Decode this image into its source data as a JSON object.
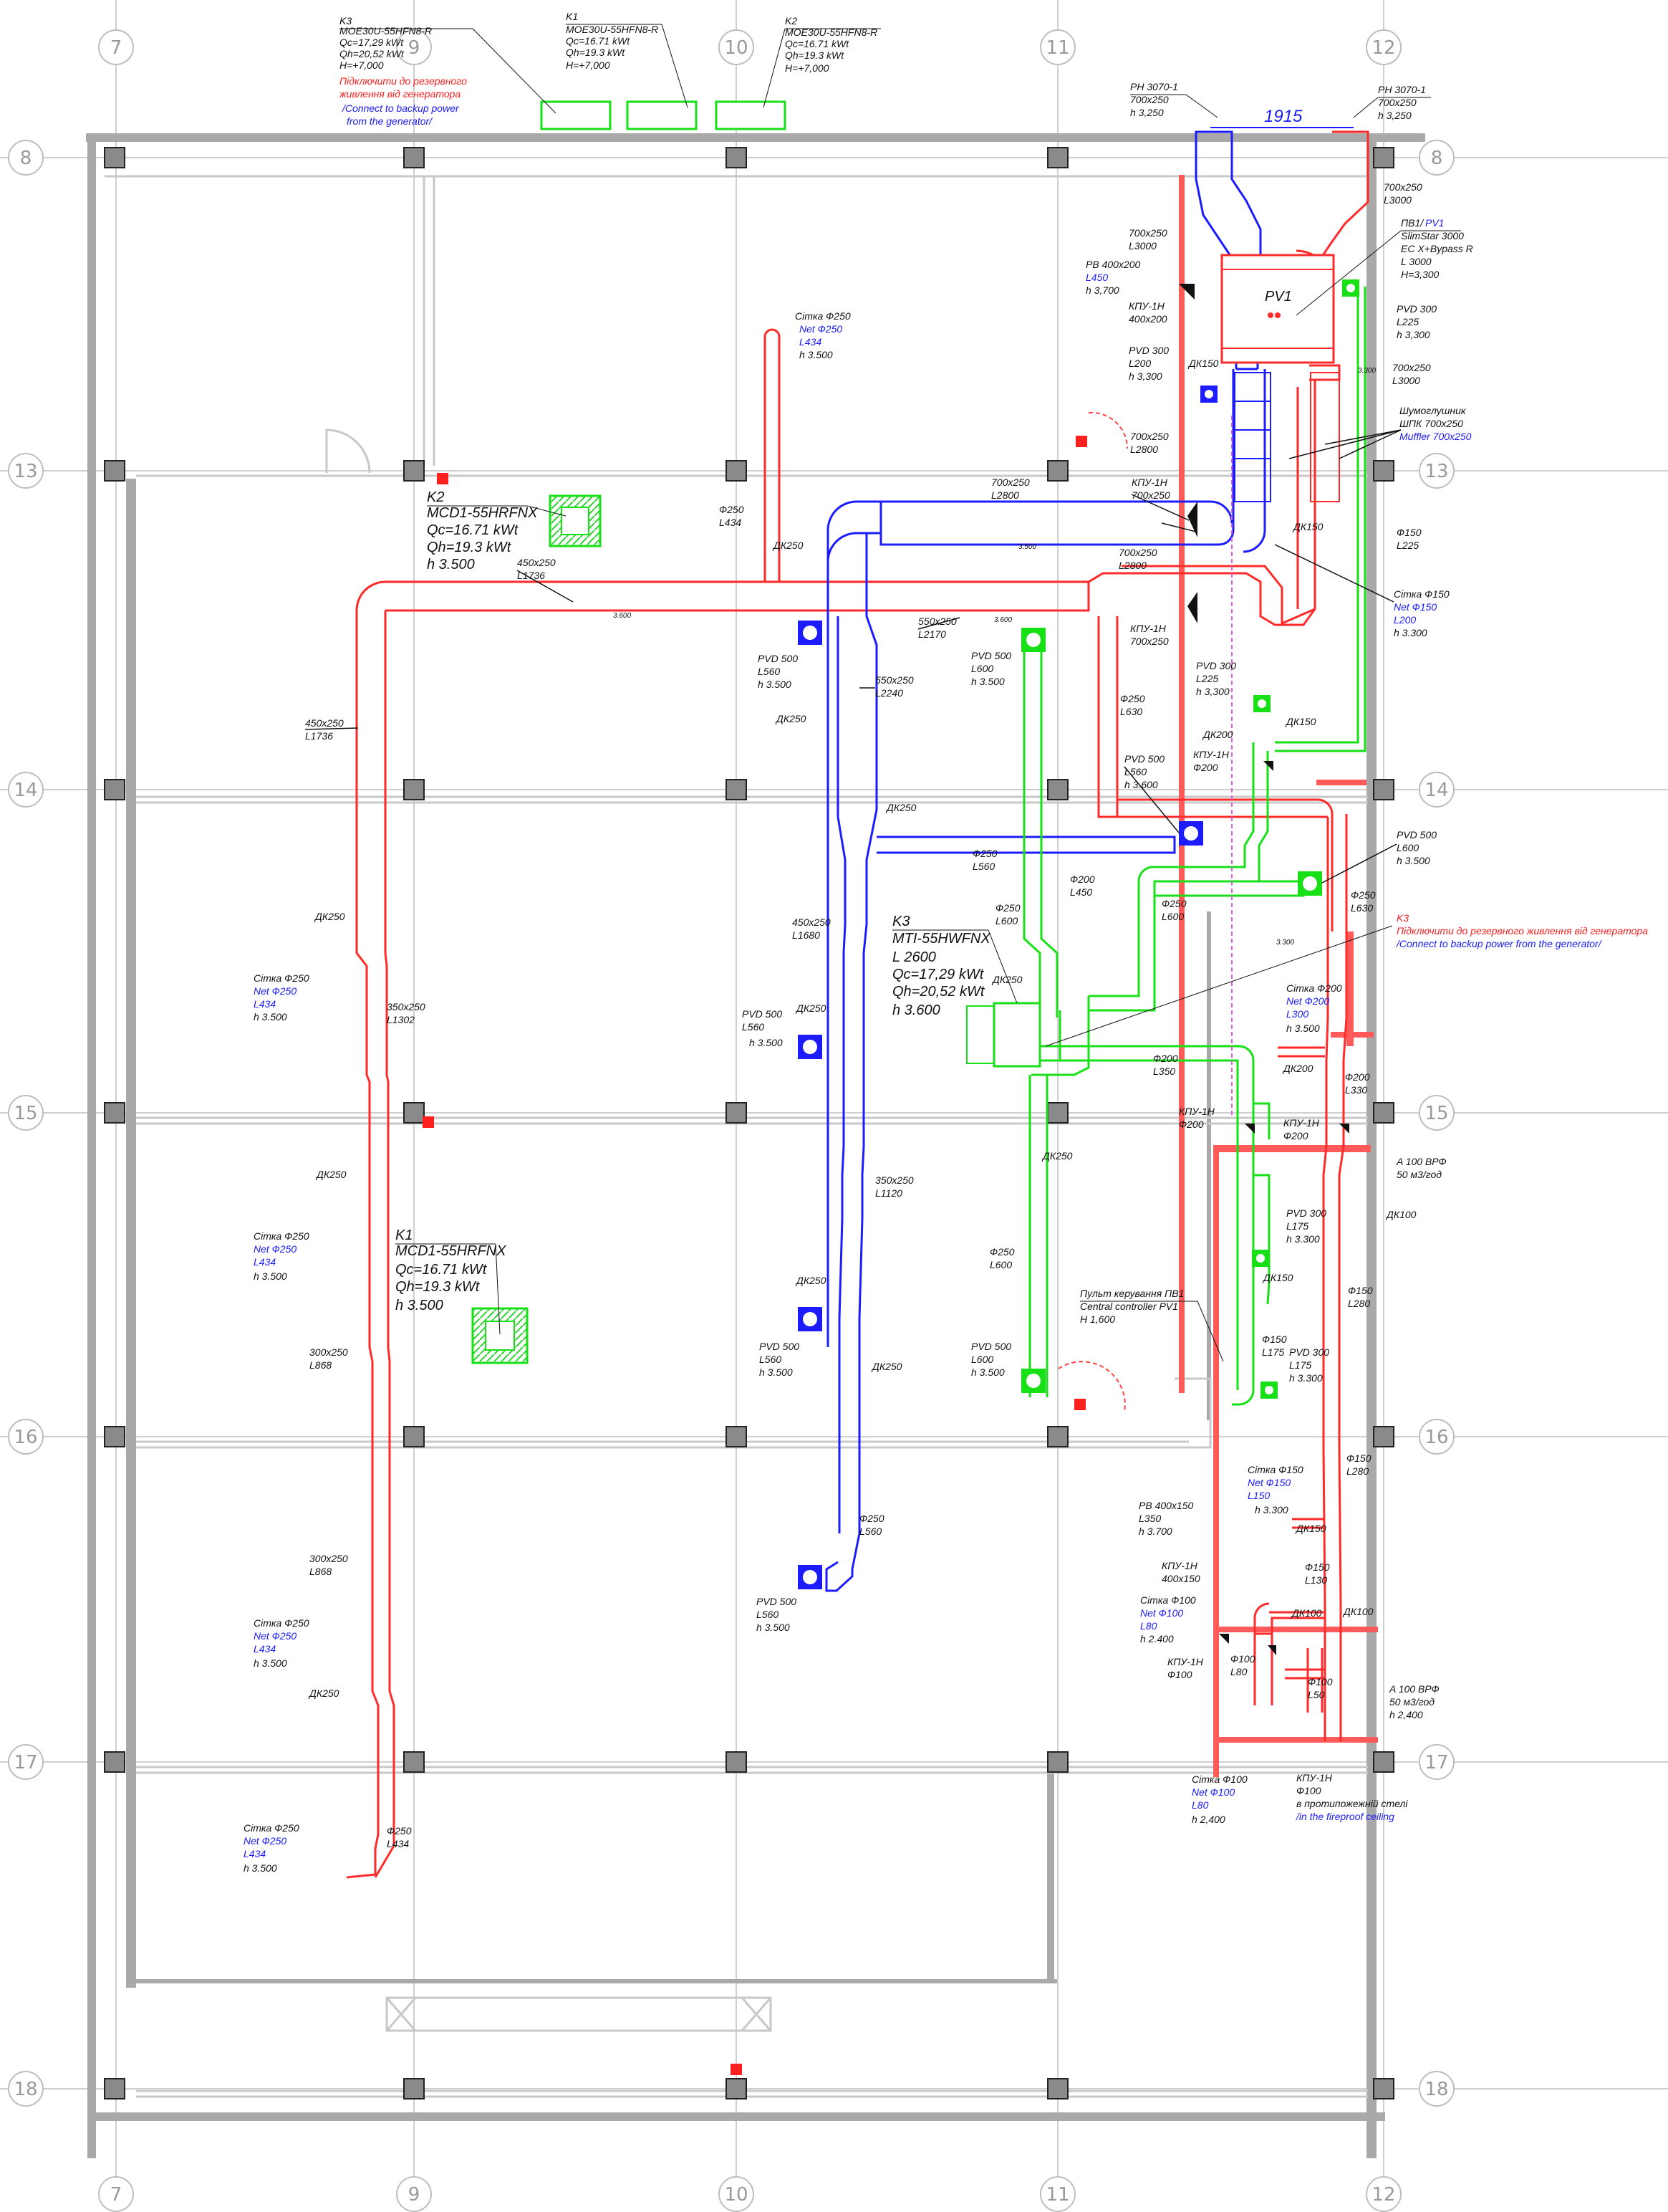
{
  "colors": {
    "supply": "#ff2a2a",
    "exhaust": "#1c1cff",
    "fresh": "#17e017",
    "text": "#111111",
    "grid": "#bfbfbf",
    "wall": "#a9a9a9",
    "note_red": "#ff2020",
    "note_blue": "#1a1aff"
  },
  "axes": {
    "cols": [
      "7",
      "9",
      "10",
      "11",
      "12"
    ],
    "rows": [
      "8",
      "13",
      "14",
      "15",
      "16",
      "17",
      "18"
    ]
  },
  "outdoor_units": [
    {
      "title": "K3",
      "model": "MOE30U-55HFN8-R",
      "qc": "Qc=17,29 kWt",
      "qh": "Qh=20,52 kWt",
      "h": "H=+7,000",
      "note": [
        "Підключити до резервного",
        "живлення від генератора"
      ],
      "note_en": [
        "/Connect to backup power",
        "from the generator/"
      ]
    },
    {
      "title": "K1",
      "model": "MOE30U-55HFN8-R",
      "qc": "Qc=16.71 kWt",
      "qh": "Qh=19.3 kWt",
      "h": "H=+7,000"
    },
    {
      "title": "K2",
      "model": "MOE30U-55HFN8-R",
      "qc": "Qc=16.71 kWt",
      "qh": "Qh=19.3 kWt",
      "h": "H=+7,000"
    }
  ],
  "indoor_units": [
    {
      "title": "K2",
      "model": "MCD1-55HRFNX",
      "qc": "Qc=16.71 kWt",
      "qh": "Qh=19.3 kWt",
      "h": "h 3.500"
    },
    {
      "title": "K1",
      "model": "MCD1-55HRFNX",
      "qc": "Qc=16.71 kWt",
      "qh": "Qh=19.3 kWt",
      "h": "h 3.500"
    },
    {
      "title": "K3",
      "model": "MTI-55HWFNX",
      "l": "L 2600",
      "qc": "Qc=17,29 kWt",
      "qh": "Qh=20,52 kWt",
      "h": "h 3.600"
    }
  ],
  "k3_note": {
    "title": "K3",
    "ua": "Підключити до резервного живлення від генератора",
    "en": "/Connect to backup power from the generator/"
  },
  "rh": [
    {
      "title": "PH 3070-1",
      "size": "700x250",
      "h": "h 3,250"
    },
    {
      "title": "PH 3070-1",
      "size": "700x250",
      "h": "h 3,250"
    }
  ],
  "dim_1915": "1915",
  "pv1": {
    "label": "PV1",
    "title": "ПВ1/",
    "title_en": "PV1",
    "model": "SlimStar 3000",
    "sub": "EC X+Bypass R",
    "l": "L 3000",
    "h": "H=3,300"
  },
  "muffler": {
    "ua": "Шумоглушник",
    "size": "ШПК 700x250",
    "en": "Muffler 700x250"
  },
  "controller": {
    "ua": "Пульт керування ПВ1",
    "en": "Central controller PV1",
    "h": "H 1,600"
  },
  "labels": {
    "d700_3000_a": [
      "700x250",
      "L3000"
    ],
    "d700_3000_b": [
      "700x250",
      "L3000"
    ],
    "d700_3000_c": [
      "700x250",
      "L3000"
    ],
    "rb400": [
      "PB 400x200",
      "L450",
      "h 3,700"
    ],
    "kpu400": [
      "КПУ-1Н",
      "400x200"
    ],
    "pvd300_a": [
      "PVD 300",
      "L225",
      "h 3,300"
    ],
    "pvd300_b": [
      "PVD 300",
      "L200",
      "h 3,300"
    ],
    "dk150_a": "ДК150",
    "d700_2800_a": [
      "700x250",
      "L2800"
    ],
    "d700_2800_b": [
      "700x250",
      "L2800"
    ],
    "d700_2800_c": [
      "700x250",
      "L2800"
    ],
    "kpu700_a": [
      "КПУ-1Н",
      "700x250"
    ],
    "kpu700_b": [
      "КПУ-1Н",
      "700x250"
    ],
    "dk150_b": "ДК150",
    "f150_225": [
      "Ф150",
      "L225"
    ],
    "sitka150_a": [
      "Сітка Ф150",
      "Net Ф150",
      "L200",
      "h 3.300"
    ],
    "sitka250_top": [
      "Сітка Ф250",
      "Net Ф250",
      "L434",
      "h 3.500"
    ],
    "f250_434_top": [
      "Ф250",
      "L434"
    ],
    "dk250_top": "ДК250",
    "d450_1736_top": [
      "450x250",
      "L1736"
    ],
    "d450_1736_left": [
      "450x250",
      "L1736"
    ],
    "d550_2170": [
      "550x250",
      "L2170"
    ],
    "pvd500_a": [
      "PVD 500",
      "L560",
      "h 3.500"
    ],
    "dk250_a": "ДК250",
    "d550_2240": [
      "550x250",
      "L2240"
    ],
    "pvd500_b": [
      "PVD 500",
      "L600",
      "h 3.500"
    ],
    "f250_630": [
      "Ф250",
      "L630"
    ],
    "pvd300_c": [
      "PVD 300",
      "L225",
      "h 3,300"
    ],
    "dk200_a": "ДК200",
    "dk150_c": "ДК150",
    "kpu200_a": [
      "КПУ-1Н",
      "Ф200"
    ],
    "pvd500_c": [
      "PVD 500",
      "L560",
      "h 3.600"
    ],
    "dk250_b": "ДК250",
    "f250_560_a": [
      "Ф250",
      "L560"
    ],
    "f200_450": [
      "Ф200",
      "L450"
    ],
    "f250_600_a": [
      "Ф250",
      "L600"
    ],
    "pvd500_d": [
      "PVD 500",
      "L600",
      "h 3.500"
    ],
    "f250_630b": [
      "Ф250",
      "L630"
    ],
    "f250_600_b": [
      "Ф250",
      "L600"
    ],
    "d450_1680": [
      "450x250",
      "L1680"
    ],
    "dk250_left_a": "ДК250",
    "sitka250_a": [
      "Сітка Ф250",
      "Net Ф250",
      "L434",
      "h 3.500"
    ],
    "d350_1302": [
      "350x250",
      "L1302"
    ],
    "pvd500_e": [
      "PVD 500",
      "L560",
      "h 3.500"
    ],
    "dk250_c": "ДК250",
    "dk250_d": "ДК250",
    "sitka200": [
      "Сітка Ф200",
      "Net Ф200",
      "L300",
      "h 3.500"
    ],
    "dk200_b": "ДК200",
    "f200_350": [
      "Ф200",
      "L350"
    ],
    "f200_330": [
      "Ф200",
      "L330"
    ],
    "kpu200_b": [
      "КПУ-1Н",
      "Ф200"
    ],
    "kpu200_c": [
      "КПУ-1Н",
      "Ф200"
    ],
    "d350_1120": [
      "350x250",
      "L1120"
    ],
    "dk250_e": "ДК250",
    "dk250_left_b": "ДК250",
    "sitka250_b": [
      "Сітка Ф250",
      "Net Ф250",
      "L434",
      "h 3.500"
    ],
    "a100_a": [
      "A 100 ВРФ",
      "50 м3/год"
    ],
    "dk100_a": "ДК100",
    "pvd300_d": [
      "PVD 300",
      "L175",
      "h 3.300"
    ],
    "dk150_d": "ДК150",
    "f150_280": [
      "Ф150",
      "L280"
    ],
    "f250_600_c": [
      "Ф250",
      "L600"
    ],
    "dk250_f": "ДК250",
    "pvd500_f": [
      "PVD 500",
      "L560",
      "h 3.500"
    ],
    "dk250_g": "ДК250",
    "d300_868_a": [
      "300x250",
      "L868"
    ],
    "pvd500_g": [
      "PVD 500",
      "L600",
      "h 3.500"
    ],
    "f150_175": [
      "Ф150",
      "L175"
    ],
    "pvd300_e": [
      "PVD 300",
      "L175",
      "h 3.300"
    ],
    "f150_280b": [
      "Ф150",
      "L280"
    ],
    "sitka150_b": [
      "Сітка Ф150",
      "Net Ф150",
      "L150",
      "h 3.300"
    ],
    "dk150_e": "ДК150",
    "rb400_150": [
      "PB 400x150",
      "L350",
      "h 3.700"
    ],
    "kpu400_150": [
      "КПУ-1Н",
      "400x150"
    ],
    "f250_560_b": [
      "Ф250",
      "L560"
    ],
    "d300_868_b": [
      "300x250",
      "L868"
    ],
    "pvd500_h": [
      "PVD 500",
      "L560",
      "h 3.500"
    ],
    "f150_130": [
      "Ф150",
      "L130"
    ],
    "dk100_b": "ДК100",
    "dk100_c": "ДК100",
    "sitka100_a": [
      "Сітка Ф100",
      "Net Ф100",
      "L80",
      "h 2.400"
    ],
    "kpu100_a": [
      "КПУ-1Н",
      "Ф100"
    ],
    "f100_80": [
      "Ф100",
      "L80"
    ],
    "f100_50": [
      "Ф100",
      "L50"
    ],
    "a100_b": [
      "A 100 ВРФ",
      "50 м3/год",
      "h 2,400"
    ],
    "sitka250_c": [
      "Сітка Ф250",
      "Net Ф250",
      "L434",
      "h 3.500"
    ],
    "dk250_left_c": "ДК250",
    "f250_434": [
      "Ф250",
      "L434"
    ],
    "sitka250_d": [
      "Сітка Ф250",
      "Net Ф250",
      "L434",
      "h 3.500"
    ],
    "sitka100_b": [
      "Сітка Ф100",
      "Net Ф100",
      "L80",
      "h 2,400"
    ],
    "kpu100_b": [
      "КПУ-1Н",
      "Ф100",
      "в протипожежній стелі",
      "/in the fireproof ceiling"
    ]
  },
  "tags": [
    "3.600",
    "3.600",
    "3.500",
    "3.300",
    "3.300"
  ]
}
